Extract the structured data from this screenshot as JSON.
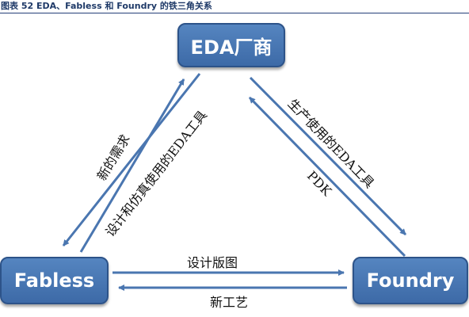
{
  "caption": "图表 52 EDA、Fabless 和 Foundry 的铁三角关系",
  "nodes": {
    "eda": "EDA厂商",
    "fabless": "Fabless",
    "foundry": "Foundry"
  },
  "edges": {
    "fabless_to_eda": "新的需求",
    "eda_to_fabless": "设计和仿真使用的EDA工具",
    "eda_to_foundry": "生产使用的EDA工具",
    "foundry_to_eda": "PDK",
    "fabless_to_foundry": "设计版图",
    "foundry_to_fabless": "新工艺"
  },
  "colors": {
    "node": "#4a78b5",
    "arrow": "#4a76b0",
    "caption": "#1f3a68"
  }
}
